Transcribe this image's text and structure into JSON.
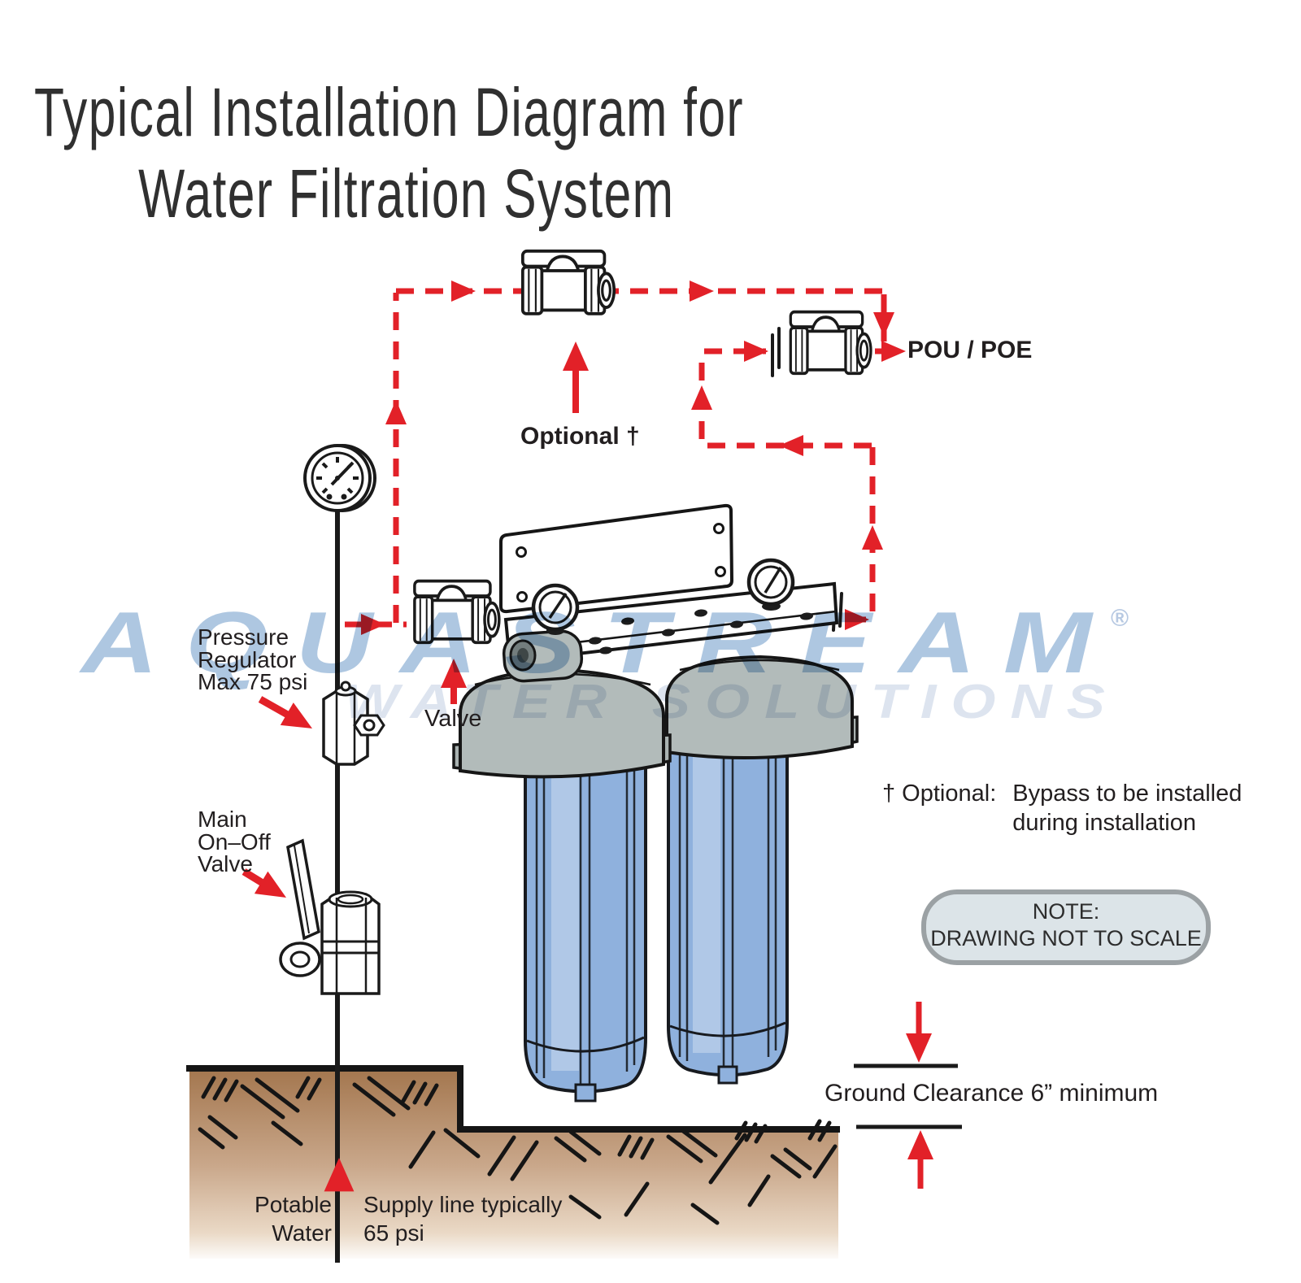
{
  "title": {
    "line1": "Typical Installation Diagram for",
    "line2": "Water Filtration System"
  },
  "watermark": {
    "brand": "AQUASTREAM",
    "registered": "®",
    "tagline": "WATER SOLUTIONS"
  },
  "labels": {
    "optional_valve": "Optional †",
    "pou_poe": "POU / POE",
    "pressure_regulator": {
      "line1": "Pressure",
      "line2": "Regulator",
      "line3": "Max 75 psi"
    },
    "inlet_valve": "Valve",
    "main_valve": {
      "line1": "Main",
      "line2": "On–Off",
      "line3": "Valve"
    },
    "bypass_note": {
      "prefix": "† Optional:",
      "line1": "Bypass to be installed",
      "line2": "during installation"
    },
    "note_box": {
      "line1": "NOTE:",
      "line2": "DRAWING NOT TO SCALE"
    },
    "ground_clearance": "Ground Clearance 6” minimum",
    "potable_water": {
      "line1": "Potable",
      "line2": "Water"
    },
    "supply_line": {
      "line1": "Supply line typically",
      "line2": "65 psi"
    }
  },
  "colors": {
    "accent_red": "#e22128",
    "line_black": "#1a1a1a",
    "bottle_blue": "#8fb1dd",
    "cap_gray": "#b2bbba",
    "ground_brown": "#a3764e",
    "watermark_blue": "#aec7e1",
    "note_fill": "#dce4e8",
    "note_border": "#9ba1a4"
  }
}
